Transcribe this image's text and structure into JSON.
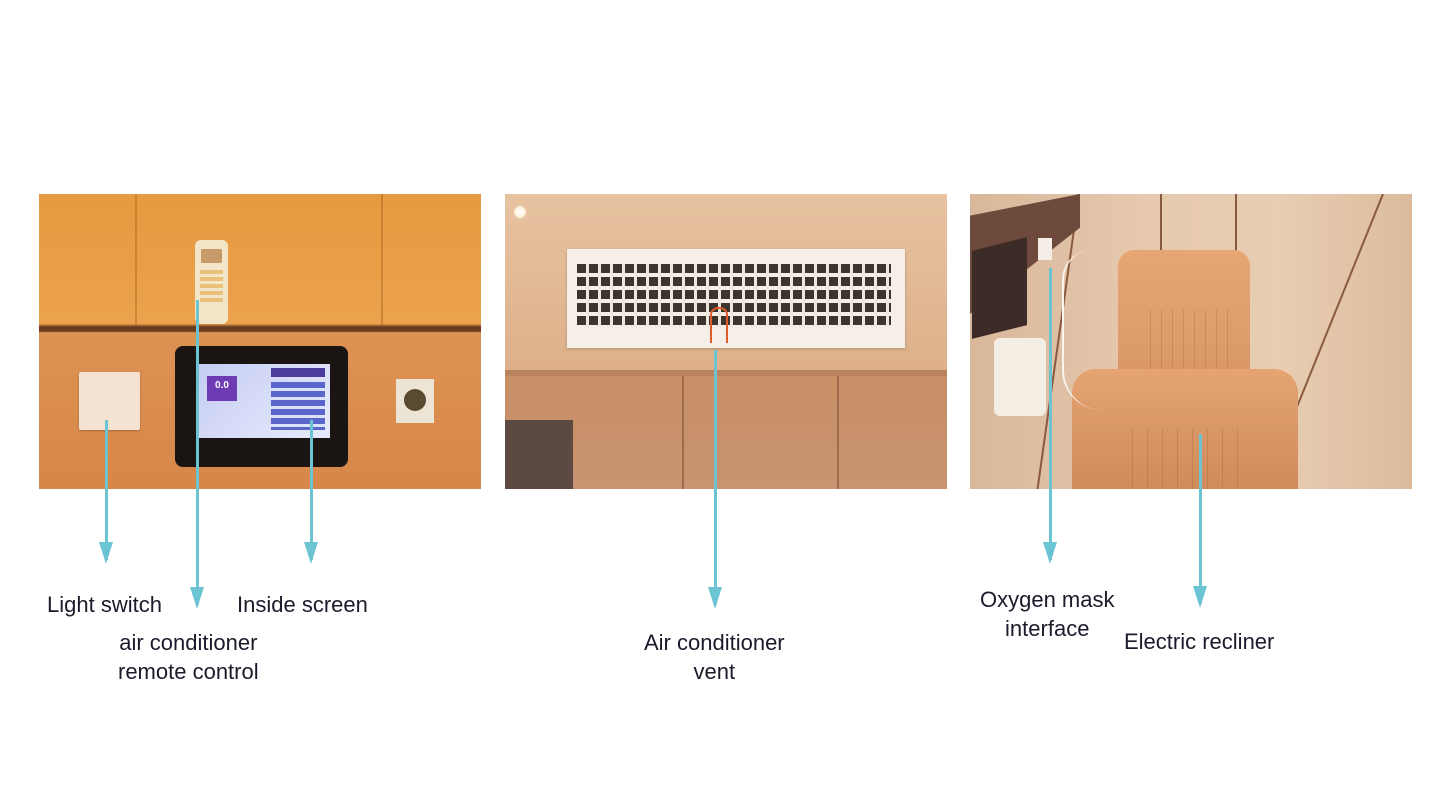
{
  "figure": {
    "panels": [
      {
        "id": "control-wall",
        "description": "Wall with light switch, AC remote and touchscreen",
        "screen_reading": "0.0",
        "callouts": [
          {
            "label_lines": [
              "Light switch"
            ]
          },
          {
            "label_lines": [
              "air conditioner",
              "remote control"
            ]
          },
          {
            "label_lines": [
              "Inside screen"
            ]
          }
        ]
      },
      {
        "id": "ac-vent",
        "description": "Ceiling air conditioner vent",
        "callouts": [
          {
            "label_lines": [
              "Air conditioner",
              "vent"
            ]
          }
        ]
      },
      {
        "id": "recliner-corner",
        "description": "Electric recliner with oxygen mask port",
        "callouts": [
          {
            "label_lines": [
              "Oxygen mask",
              "interface"
            ]
          },
          {
            "label_lines": [
              "Electric recliner"
            ]
          }
        ]
      }
    ],
    "arrow_color": "#6cc4d2",
    "label_color": "#1c1a2b"
  }
}
